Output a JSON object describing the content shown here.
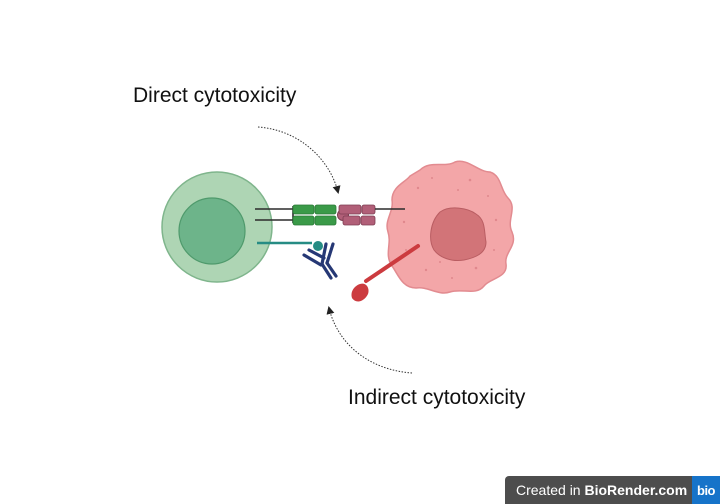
{
  "labels": {
    "direct": "Direct cytotoxicity",
    "indirect": "Indirect cytotoxicity"
  },
  "badge": {
    "prefix": "Created in ",
    "brand": "BioRender.com",
    "logo": "bio"
  },
  "colors": {
    "immune_cell_outer": "#aed5b4",
    "immune_cell_inner": "#6db48a",
    "tumor_cell": "#f3a6a8",
    "tumor_nucleus": "#d27478",
    "receptor_green": "#3a9a48",
    "ligand_pink": "#b15f78",
    "antibody_navy": "#263875",
    "teal_stalk": "#268c84",
    "red_probe": "#cc3b3f"
  },
  "icons": {
    "immune_cell": "immune-cell-icon",
    "tumor_cell": "tumor-cell-icon",
    "antibody": "antibody-icon"
  }
}
